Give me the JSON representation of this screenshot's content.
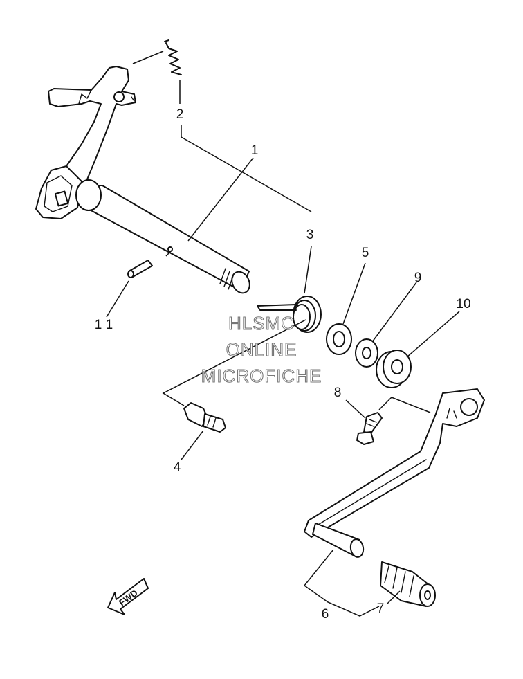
{
  "diagram": {
    "callouts": [
      {
        "id": "1",
        "label": "1"
      },
      {
        "id": "2",
        "label": "2"
      },
      {
        "id": "3",
        "label": "3"
      },
      {
        "id": "4",
        "label": "4"
      },
      {
        "id": "5",
        "label": "5"
      },
      {
        "id": "6",
        "label": "6"
      },
      {
        "id": "7",
        "label": "7"
      },
      {
        "id": "8",
        "label": "8"
      },
      {
        "id": "9",
        "label": "9"
      },
      {
        "id": "10",
        "label": "10"
      },
      {
        "id": "11",
        "label": "1 1"
      }
    ],
    "watermark": [
      "HLSMC",
      "ONLINE",
      "MICROFICHE"
    ],
    "direction_arrow": "FWD"
  }
}
